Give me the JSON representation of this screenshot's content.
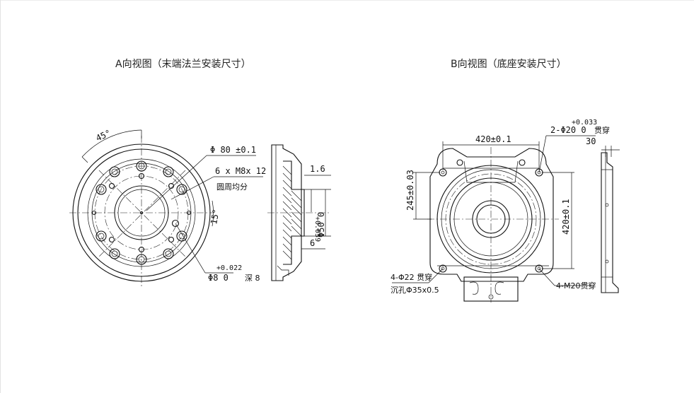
{
  "view_a": {
    "title": "A向视图（末端法兰安装尺寸）",
    "dims": {
      "angle_45": "45°",
      "angle_15": "15°",
      "dia_80": "Φ 80 ±0.1",
      "thread": "6 x M8x 12",
      "uniform": "圆周均分",
      "dia_8": "Φ8 0",
      "dia_8_tol": "+0.022",
      "depth": "深 8",
      "side_16": "1.6",
      "side_dia50": "Φ50 0",
      "side_dia50_tol": "+0.039",
      "side_6": "6"
    }
  },
  "view_b": {
    "title": "B向视图（底座安装尺寸）",
    "dims": {
      "width_420": "420±0.1",
      "hole_2": "2-Φ20 0",
      "hole_2_tol": "+0.033",
      "through": "贯穿",
      "side_30": "30",
      "height_245": "245±0.03",
      "height_420": "420±0.1",
      "hole_4_22": "4-Φ22 贯穿",
      "counterbore": "沉孔Φ35x0.5",
      "hole_4_m20": "4-M20贯穿"
    }
  }
}
